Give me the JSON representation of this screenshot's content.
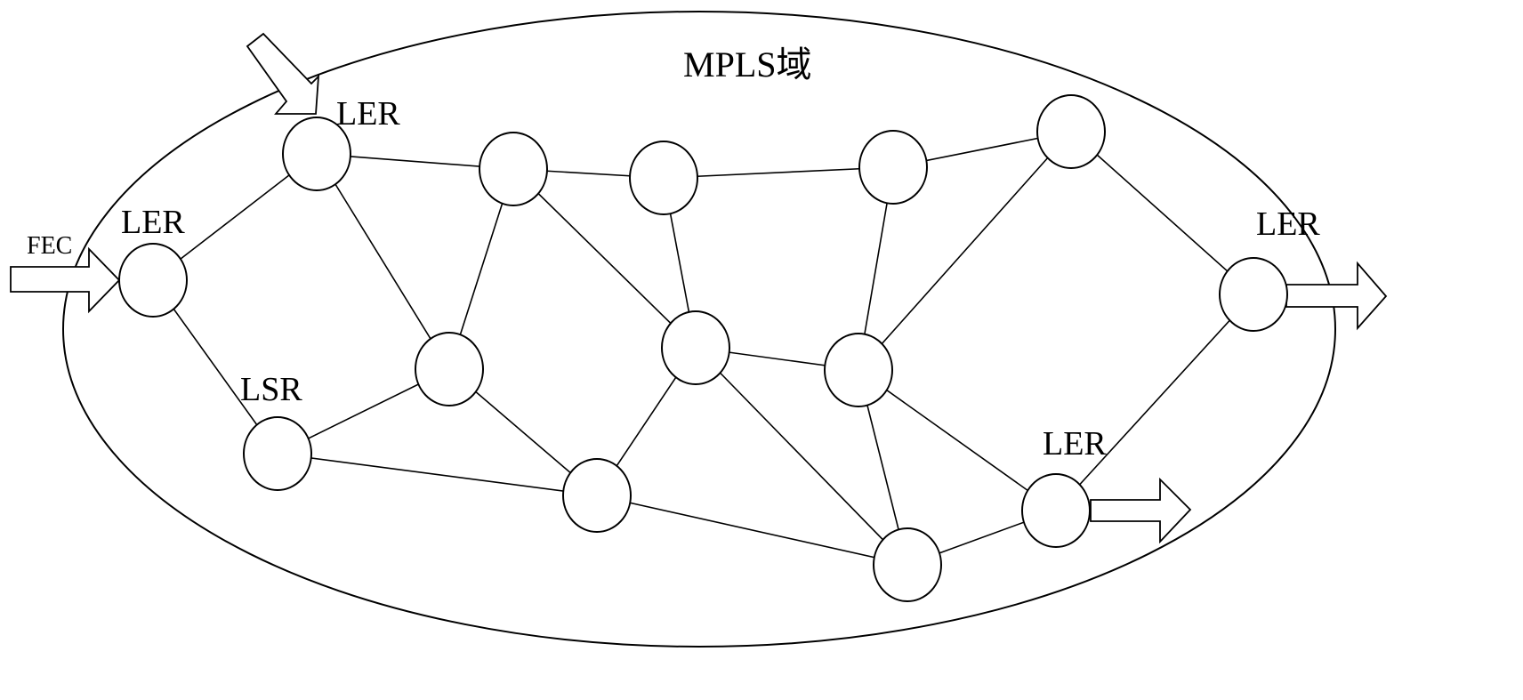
{
  "diagram": {
    "domain_label": "MPLS域",
    "input_label": "FEC",
    "node_labels": {
      "ler_top": "LER",
      "ler_left": "LER",
      "lsr": "LSR",
      "ler_right": "LER",
      "ler_bottom_right": "LER"
    },
    "nodes": [
      "top",
      "left",
      "lsr",
      "n1",
      "n2",
      "n3",
      "n4",
      "n5",
      "n6",
      "n7",
      "n8",
      "n9",
      "right",
      "bottom_right",
      "bottom"
    ],
    "links": [
      [
        "left",
        "top"
      ],
      [
        "left",
        "lsr"
      ],
      [
        "top",
        "n1"
      ],
      [
        "top",
        "n3"
      ],
      [
        "n1",
        "n2"
      ],
      [
        "n1",
        "n3"
      ],
      [
        "n1",
        "n6"
      ],
      [
        "n2",
        "n4"
      ],
      [
        "n2",
        "n6"
      ],
      [
        "n4",
        "n5"
      ],
      [
        "n4",
        "n7"
      ],
      [
        "n5",
        "right"
      ],
      [
        "n5",
        "n7"
      ],
      [
        "n3",
        "lsr"
      ],
      [
        "n3",
        "n8"
      ],
      [
        "lsr",
        "n8"
      ],
      [
        "n6",
        "n7"
      ],
      [
        "n6",
        "n8"
      ],
      [
        "n6",
        "bottom"
      ],
      [
        "n7",
        "bottom_right"
      ],
      [
        "n7",
        "bottom"
      ],
      [
        "n8",
        "bottom"
      ],
      [
        "bottom",
        "bottom_right"
      ],
      [
        "right",
        "bottom_right"
      ]
    ]
  }
}
